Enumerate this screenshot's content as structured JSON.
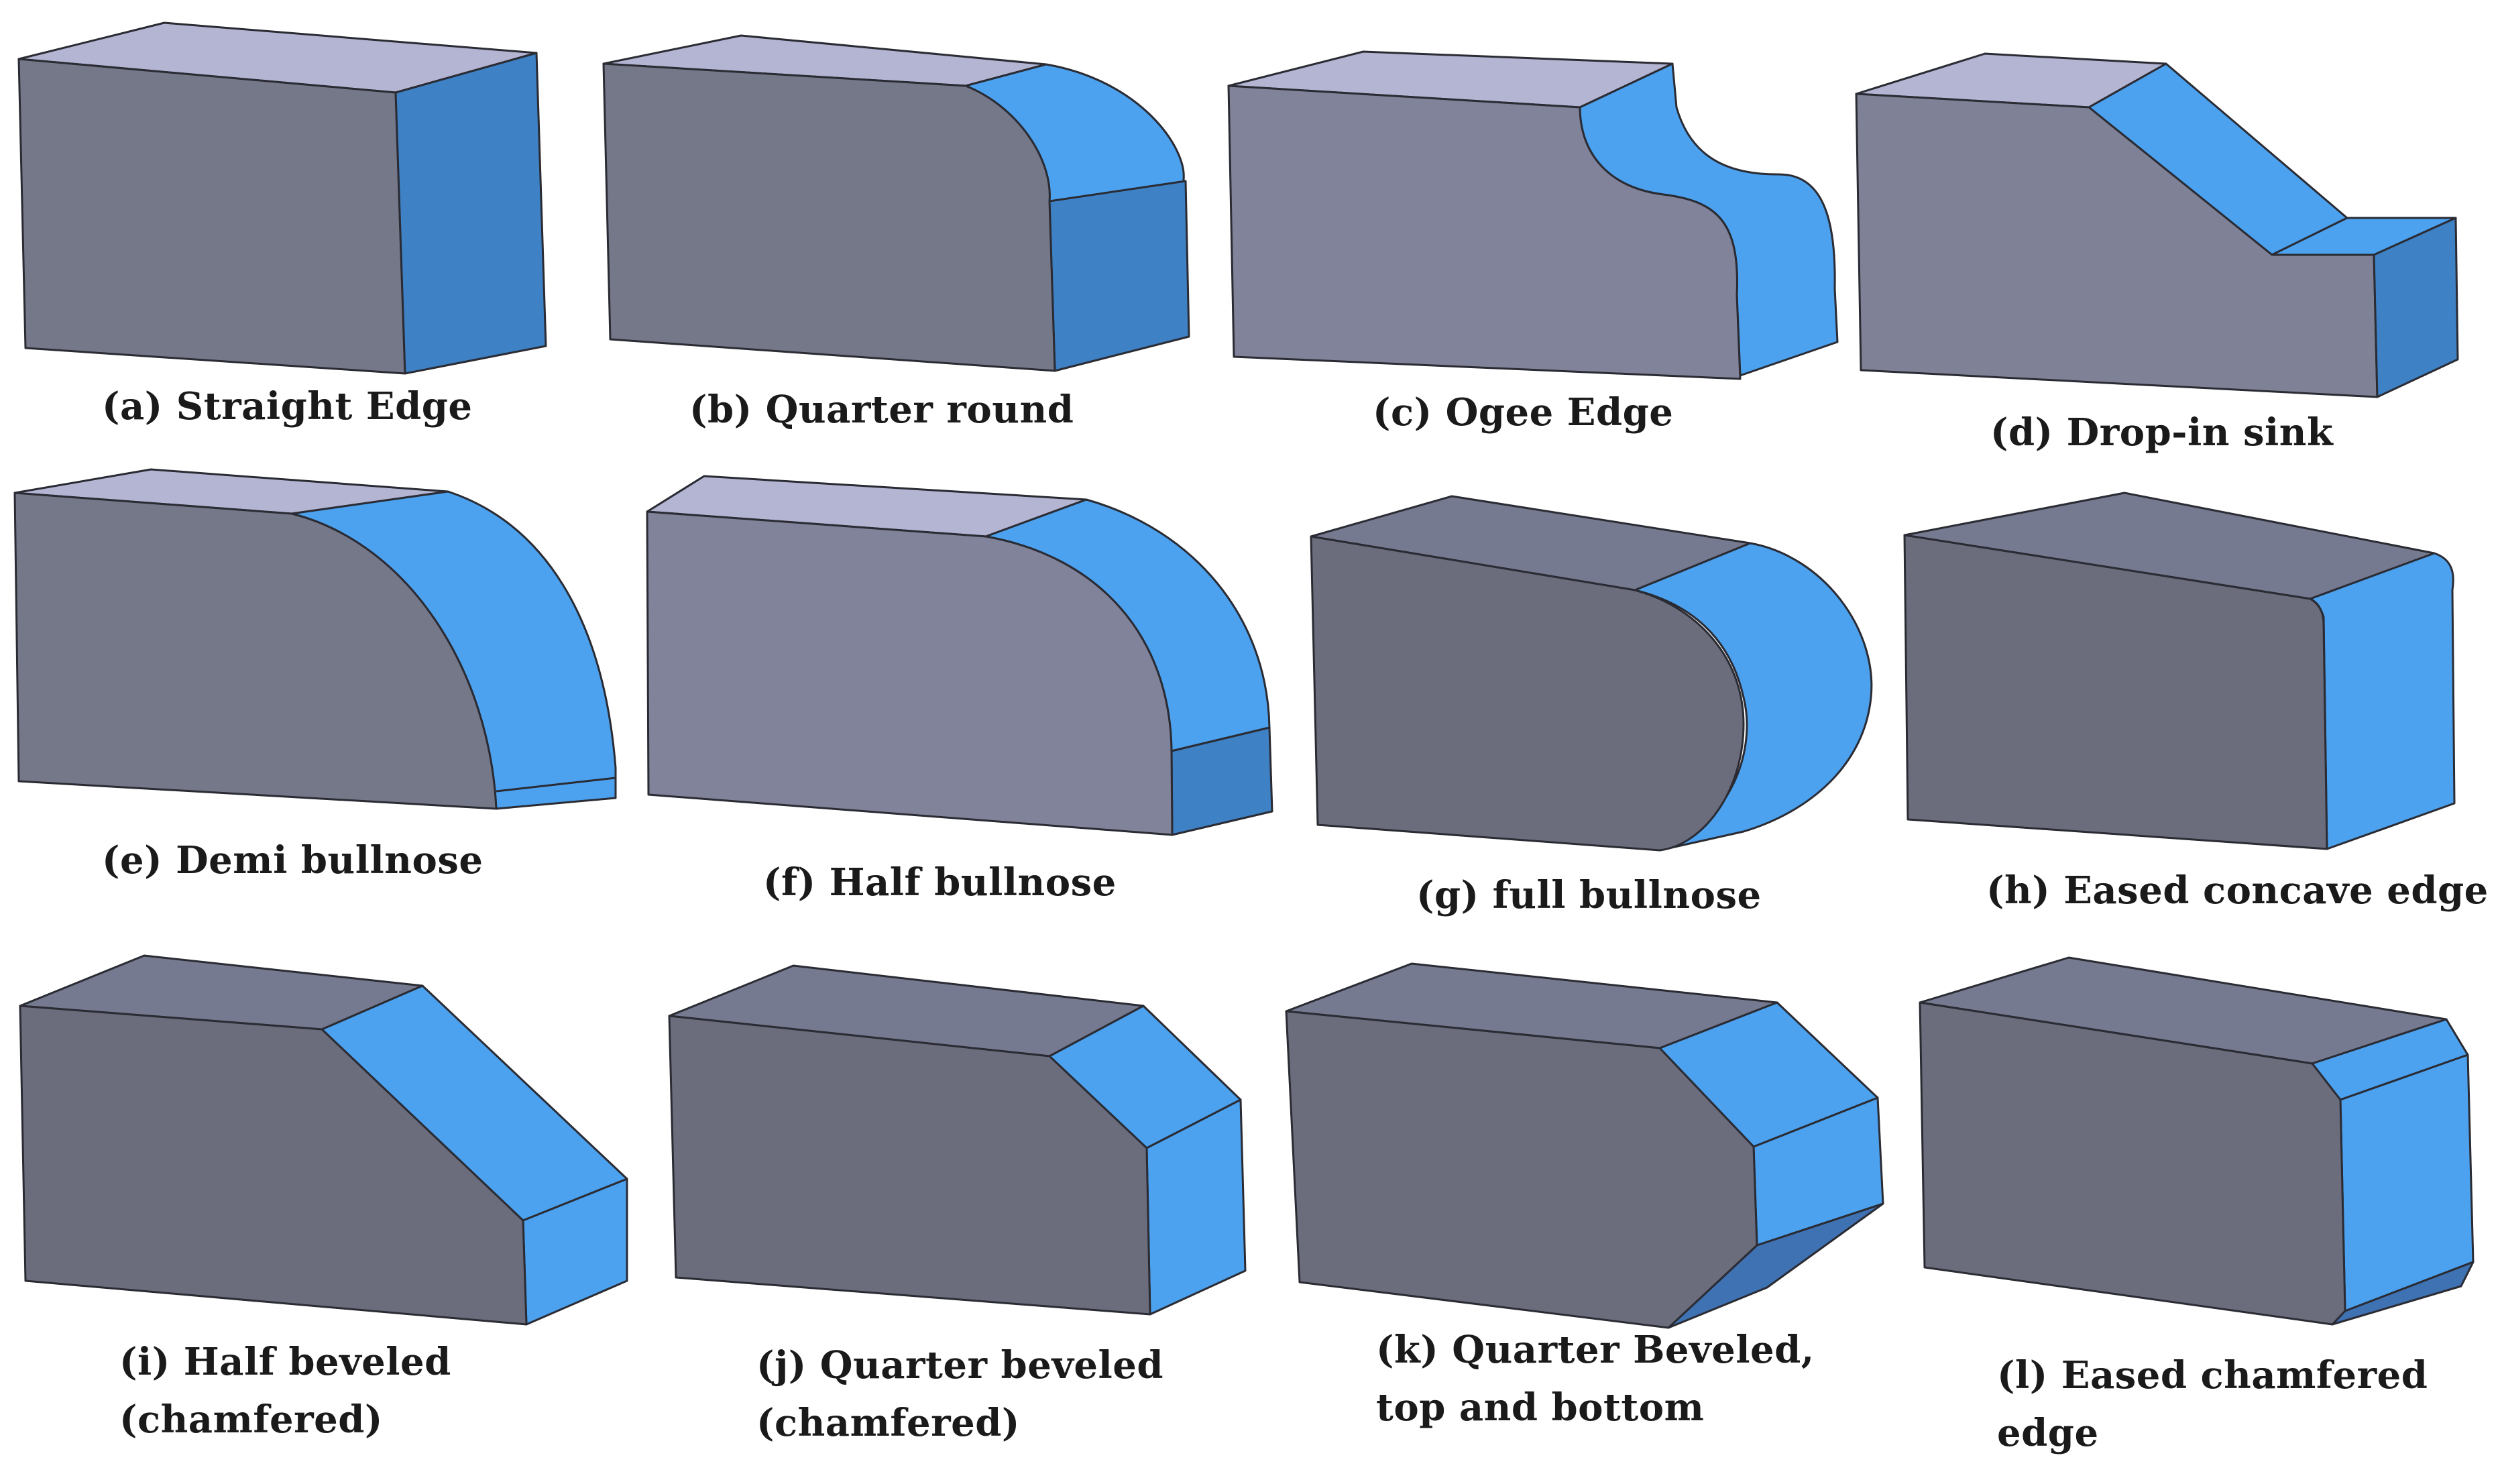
{
  "colors": {
    "top_face": "#b3b5d3",
    "front_face": "#757889",
    "front_face_dark": "#6b6d7d",
    "edge_dark": "#3e81c4",
    "edge_light": "#4ca2ef",
    "outline": "#2a2b33"
  },
  "panels": [
    {
      "id": "a",
      "label_lines": [
        "(a) Straight Edge"
      ],
      "edge_profile": "straight"
    },
    {
      "id": "b",
      "label_lines": [
        "(b) Quarter round"
      ],
      "edge_profile": "quarter-round"
    },
    {
      "id": "c",
      "label_lines": [
        "(c) Ogee Edge"
      ],
      "edge_profile": "ogee"
    },
    {
      "id": "d",
      "label_lines": [
        "(d) Drop-in sink"
      ],
      "edge_profile": "drop-in"
    },
    {
      "id": "e",
      "label_lines": [
        "(e) Demi bullnose"
      ],
      "edge_profile": "demi-bullnose"
    },
    {
      "id": "f",
      "label_lines": [
        "(f) Half bullnose"
      ],
      "edge_profile": "half-bullnose"
    },
    {
      "id": "g",
      "label_lines": [
        "(g) full bullnose"
      ],
      "edge_profile": "full-bullnose"
    },
    {
      "id": "h",
      "label_lines": [
        "(h) Eased concave edge"
      ],
      "edge_profile": "eased-concave"
    },
    {
      "id": "i",
      "label_lines": [
        "(i) Half beveled",
        "(chamfered)"
      ],
      "edge_profile": "half-beveled"
    },
    {
      "id": "j",
      "label_lines": [
        "(j) Quarter beveled",
        "(chamfered)"
      ],
      "edge_profile": "quarter-beveled"
    },
    {
      "id": "k",
      "label_lines": [
        "(k) Quarter Beveled,",
        "top and bottom"
      ],
      "edge_profile": "quarter-beveled-top-bottom"
    },
    {
      "id": "l",
      "label_lines": [
        "(l) Eased chamfered",
        "edge"
      ],
      "edge_profile": "eased-chamfered"
    }
  ]
}
